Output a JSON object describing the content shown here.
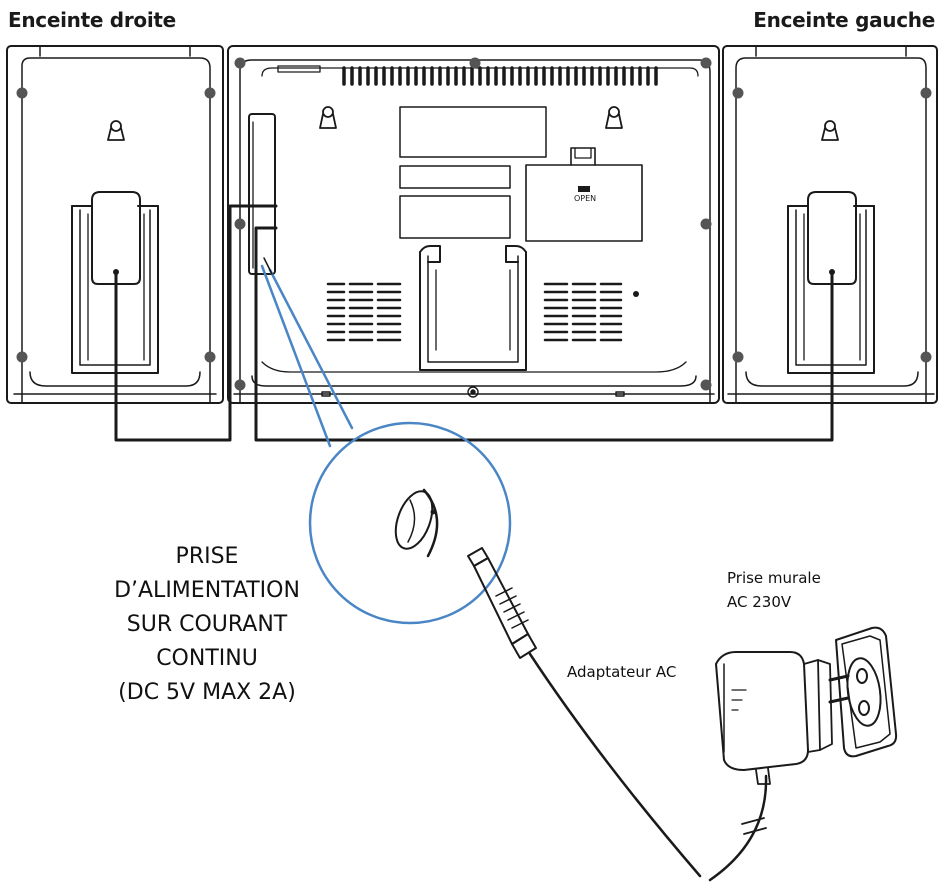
{
  "labels": {
    "right_speaker": "Enceinte droite",
    "left_speaker": "Enceinte gauche",
    "dc_jack": [
      "PRISE",
      "D’ALIMENTATION",
      "SUR COURANT",
      "CONTINU",
      "(DC 5V MAX 2A)"
    ],
    "wall_outlet": [
      "Prise murale",
      "AC 230V"
    ],
    "adapter": "Adaptateur AC",
    "battery_door": "OPEN"
  },
  "colors": {
    "line": "#1a1a1a",
    "callout": "#4a86c5",
    "screw": "#555555"
  },
  "icons": [
    "keyhole-icon",
    "screw-icon",
    "dc-jack-icon",
    "dc-plug-icon",
    "ac-adapter-icon",
    "wall-outlet-icon"
  ]
}
